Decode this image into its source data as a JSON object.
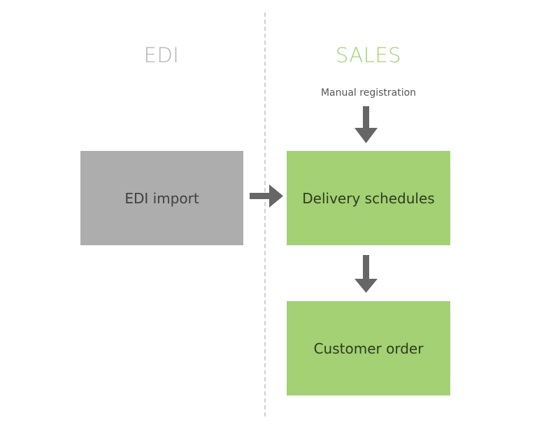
{
  "columns": {
    "left": {
      "title": "EDI",
      "color": "#b0b0b0"
    },
    "right": {
      "title": "SALES",
      "color": "#a2d06e"
    }
  },
  "annotation": {
    "manual_registration": "Manual registration"
  },
  "nodes": {
    "edi_import": {
      "label": "EDI import",
      "color": "#adadad"
    },
    "delivery_schedules": {
      "label": "Delivery schedules",
      "color": "#a3d173"
    },
    "customer_order": {
      "label": "Customer order",
      "color": "#a3d173"
    }
  },
  "edges": [
    {
      "from": "manual_registration",
      "to": "delivery_schedules"
    },
    {
      "from": "edi_import",
      "to": "delivery_schedules"
    },
    {
      "from": "delivery_schedules",
      "to": "customer_order"
    }
  ],
  "arrow_color": "#666666"
}
